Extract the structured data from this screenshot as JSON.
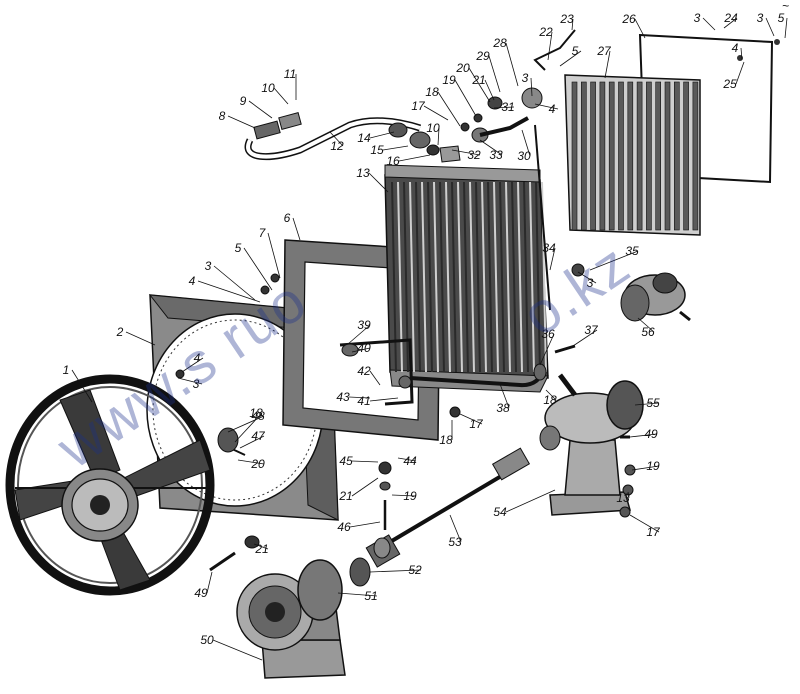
{
  "diagram": {
    "watermark": "www.s  ruo",
    "watermark_right": "o.kz",
    "corner_mark": "~",
    "callouts": [
      {
        "id": "c1",
        "text": "1"
      },
      {
        "id": "c2",
        "text": "2"
      },
      {
        "id": "c3a",
        "text": "3"
      },
      {
        "id": "c3b",
        "text": "3"
      },
      {
        "id": "c3c",
        "text": "3"
      },
      {
        "id": "c3d",
        "text": "3"
      },
      {
        "id": "c3e",
        "text": "3"
      },
      {
        "id": "c3f",
        "text": "3"
      },
      {
        "id": "c4a",
        "text": "4"
      },
      {
        "id": "c4b",
        "text": "4"
      },
      {
        "id": "c4c",
        "text": "4"
      },
      {
        "id": "c4d",
        "text": "4"
      },
      {
        "id": "c5a",
        "text": "5"
      },
      {
        "id": "c5b",
        "text": "5"
      },
      {
        "id": "c5c",
        "text": "5"
      },
      {
        "id": "c6",
        "text": "6"
      },
      {
        "id": "c7",
        "text": "7"
      },
      {
        "id": "c8",
        "text": "8"
      },
      {
        "id": "c9",
        "text": "9"
      },
      {
        "id": "c10a",
        "text": "10"
      },
      {
        "id": "c10b",
        "text": "10"
      },
      {
        "id": "c11",
        "text": "11"
      },
      {
        "id": "c12",
        "text": "12"
      },
      {
        "id": "c13a",
        "text": "13"
      },
      {
        "id": "c13b",
        "text": "13"
      },
      {
        "id": "c14",
        "text": "14"
      },
      {
        "id": "c15",
        "text": "15"
      },
      {
        "id": "c16",
        "text": "16"
      },
      {
        "id": "c17a",
        "text": "17"
      },
      {
        "id": "c17b",
        "text": "17"
      },
      {
        "id": "c17c",
        "text": "17"
      },
      {
        "id": "c18a",
        "text": "18"
      },
      {
        "id": "c18b",
        "text": "18"
      },
      {
        "id": "c18c",
        "text": "18"
      },
      {
        "id": "c18d",
        "text": "18"
      },
      {
        "id": "c19a",
        "text": "19"
      },
      {
        "id": "c19b",
        "text": "19"
      },
      {
        "id": "c19c",
        "text": "19"
      },
      {
        "id": "c20a",
        "text": "20"
      },
      {
        "id": "c20b",
        "text": "20"
      },
      {
        "id": "c21a",
        "text": "21"
      },
      {
        "id": "c21b",
        "text": "21"
      },
      {
        "id": "c21c",
        "text": "21"
      },
      {
        "id": "c22",
        "text": "22"
      },
      {
        "id": "c23",
        "text": "23"
      },
      {
        "id": "c24",
        "text": "24"
      },
      {
        "id": "c25",
        "text": "25"
      },
      {
        "id": "c26",
        "text": "26"
      },
      {
        "id": "c27",
        "text": "27"
      },
      {
        "id": "c28",
        "text": "28"
      },
      {
        "id": "c29",
        "text": "29"
      },
      {
        "id": "c30",
        "text": "30"
      },
      {
        "id": "c31",
        "text": "31"
      },
      {
        "id": "c32",
        "text": "32"
      },
      {
        "id": "c33",
        "text": "33"
      },
      {
        "id": "c34",
        "text": "34"
      },
      {
        "id": "c35",
        "text": "35"
      },
      {
        "id": "c36",
        "text": "36"
      },
      {
        "id": "c37",
        "text": "37"
      },
      {
        "id": "c38",
        "text": "38"
      },
      {
        "id": "c39",
        "text": "39"
      },
      {
        "id": "c40",
        "text": "40"
      },
      {
        "id": "c41",
        "text": "41"
      },
      {
        "id": "c42",
        "text": "42"
      },
      {
        "id": "c43",
        "text": "43"
      },
      {
        "id": "c44",
        "text": "44"
      },
      {
        "id": "c45",
        "text": "45"
      },
      {
        "id": "c46",
        "text": "46"
      },
      {
        "id": "c47",
        "text": "47"
      },
      {
        "id": "c48",
        "text": "48"
      },
      {
        "id": "c49a",
        "text": "49"
      },
      {
        "id": "c49b",
        "text": "49"
      },
      {
        "id": "c50",
        "text": "50"
      },
      {
        "id": "c51",
        "text": "51"
      },
      {
        "id": "c52",
        "text": "52"
      },
      {
        "id": "c53",
        "text": "53"
      },
      {
        "id": "c54",
        "text": "54"
      },
      {
        "id": "c55",
        "text": "55"
      },
      {
        "id": "c56",
        "text": "56"
      }
    ]
  }
}
